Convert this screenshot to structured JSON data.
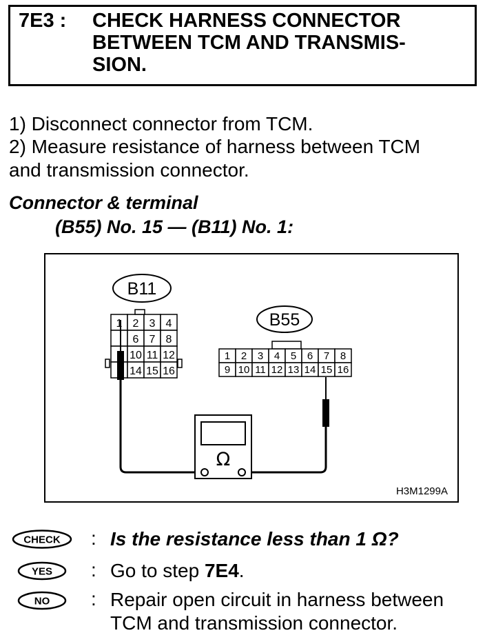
{
  "step": {
    "code": "7E3 :",
    "title": "CHECK HARNESS CONNECTOR\nBETWEEN TCM AND TRANSMIS-\nSION."
  },
  "instructions": [
    "1)  Disconnect connector from TCM.",
    "2)  Measure resistance of harness between TCM\nand transmission connector."
  ],
  "connector": {
    "heading": "Connector & terminal",
    "spec": "(B55) No. 15 — (B11) No. 1:"
  },
  "figure": {
    "connector_b11": {
      "label": "B11",
      "rows": [
        [
          "1",
          "2",
          "3",
          "4"
        ],
        [
          "",
          "6",
          "7",
          "8"
        ],
        [
          "",
          "10",
          "11",
          "12"
        ],
        [
          "",
          "14",
          "15",
          "16"
        ]
      ]
    },
    "connector_b55": {
      "label": "B55",
      "rows": [
        [
          "1",
          "2",
          "3",
          "4",
          "5",
          "6",
          "7",
          "8"
        ],
        [
          "9",
          "10",
          "11",
          "12",
          "13",
          "14",
          "15",
          "16"
        ]
      ]
    },
    "meter_symbol": "Ω",
    "code": "H3M1299A"
  },
  "qa": {
    "check": {
      "badge": "CHECK",
      "colon": ":",
      "text": "Is the resistance less than 1 Ω?"
    },
    "yes": {
      "badge": "YES",
      "colon": ":",
      "text_pre": "Go to step ",
      "text_step": "7E4",
      "text_post": "."
    },
    "no": {
      "badge": "NO",
      "colon": ":",
      "text": "Repair open circuit in harness between\nTCM and transmission connector."
    }
  }
}
